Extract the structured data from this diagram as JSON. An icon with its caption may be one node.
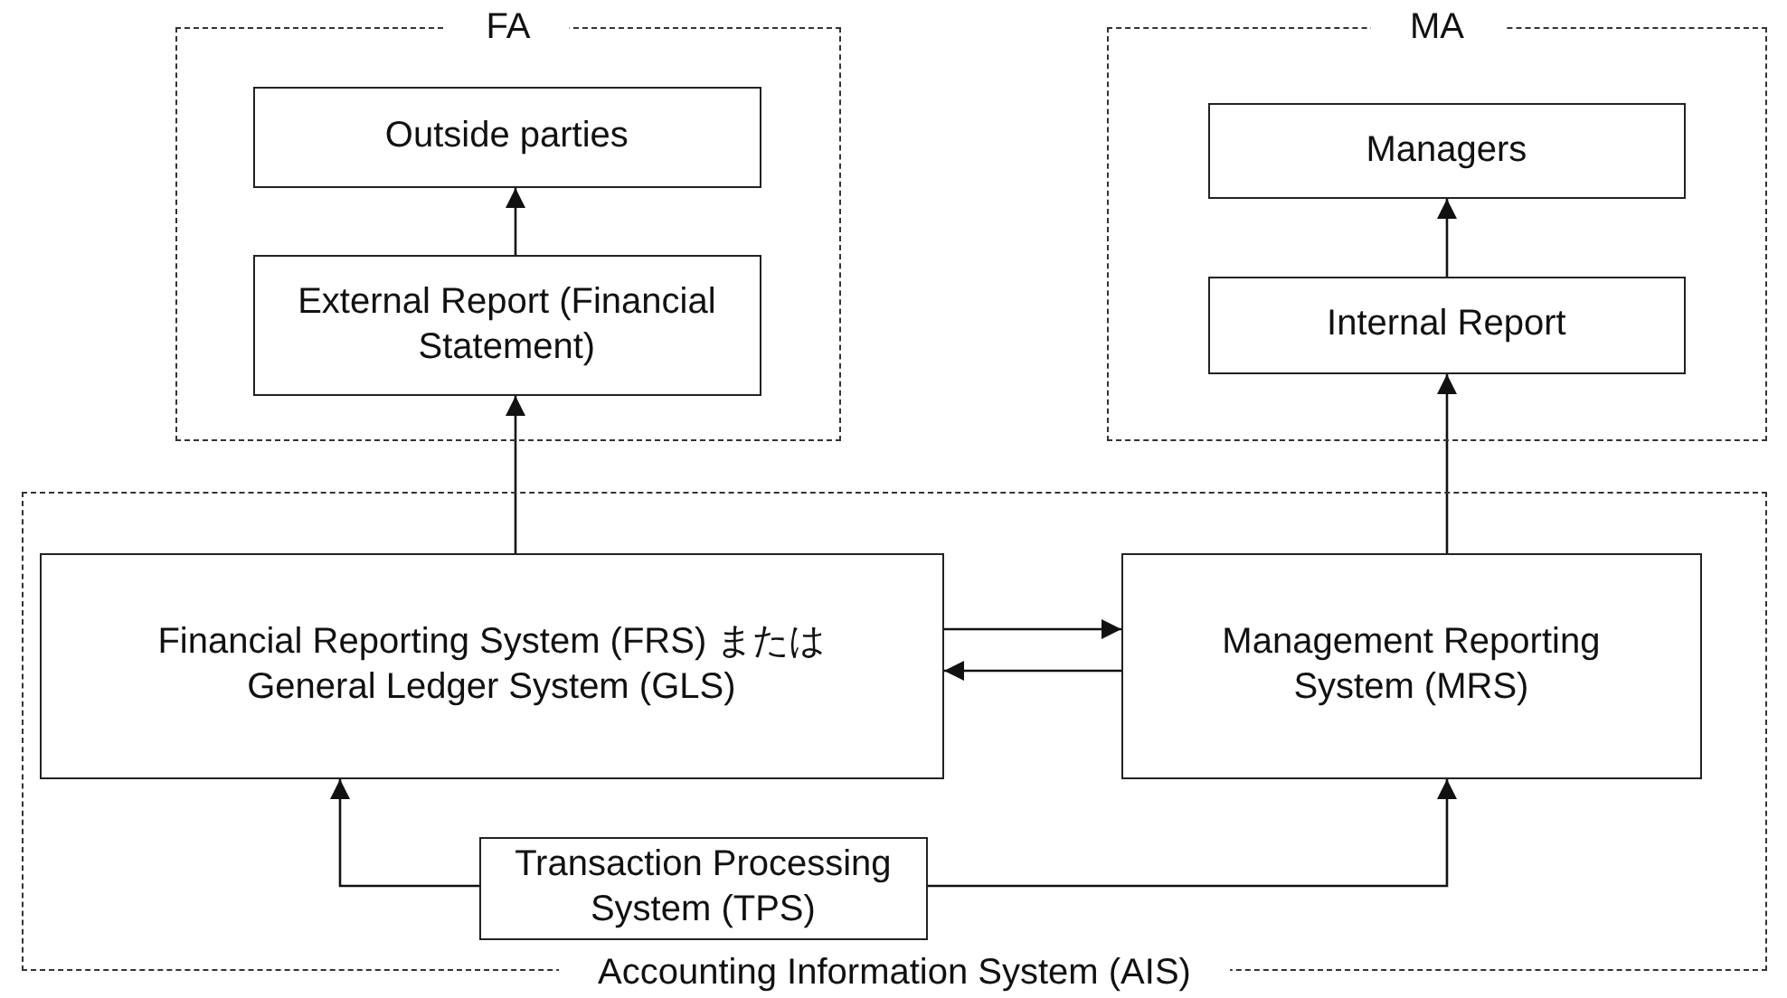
{
  "diagram": {
    "nodes": [
      {
        "text": [
          "FA"
        ]
      },
      {
        "text": [
          "Outside parties"
        ],
        "in": 0
      },
      {
        "text": [
          "External Report (Financial Statement)"
        ],
        "in": 0
      },
      {
        "text": [
          "MA"
        ]
      },
      {
        "text": [
          "Managers"
        ],
        "in": 3
      },
      {
        "text": [
          "Internal Report"
        ],
        "in": 3
      },
      {
        "text": [
          "Accounting Information System (AIS)"
        ]
      },
      {
        "text": [
          "Financial Reporting System (FRS) または General Ledger System (GLS)"
        ],
        "in": 6
      },
      {
        "text": [
          "Management Reporting System (MRS)"
        ],
        "in": 6
      },
      {
        "text": [
          "Transaction Processing System (TPS)"
        ],
        "in": 6
      }
    ],
    "edges": [
      {
        "from": 2,
        "to": 1,
        "arrow": "to"
      },
      {
        "from": 7,
        "to": 2,
        "arrow": "to"
      },
      {
        "from": 5,
        "to": 4,
        "arrow": "to"
      },
      {
        "from": 8,
        "to": 5,
        "arrow": "to"
      },
      {
        "from": 7,
        "to": 8,
        "arrow": "to"
      },
      {
        "from": 8,
        "to": 7,
        "arrow": "to"
      },
      {
        "from": 9,
        "to": 7,
        "arrow": "to"
      },
      {
        "from": 9,
        "to": 8,
        "arrow": "to"
      }
    ]
  }
}
